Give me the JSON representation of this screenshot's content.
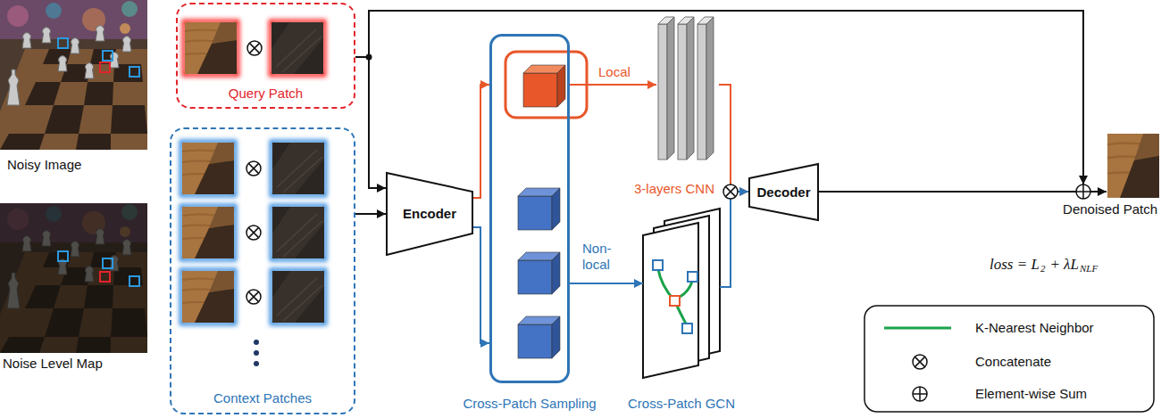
{
  "diagram": {
    "nodes": [
      {
        "text": [
          "Query Patch"
        ]
      },
      {
        "text": [
          "Context Patches"
        ]
      },
      {
        "text": [
          "Encoder"
        ]
      },
      {
        "text": [
          "Cross-Patch Sampling"
        ]
      },
      {
        "text": [
          "3-layers CNN"
        ]
      },
      {
        "text": [
          "Cross-Patch GCN"
        ]
      },
      {
        "text": [
          "Decoder"
        ]
      }
    ],
    "edges": [
      {
        "from": 0,
        "to": 2,
        "arrow": "to"
      },
      {
        "from": 1,
        "to": 2,
        "arrow": "to"
      },
      {
        "from": 2,
        "to": 3,
        "arrow": "to"
      },
      {
        "from": 2,
        "to": 3,
        "arrow": "to"
      },
      {
        "from": 3,
        "to": 4,
        "label": "Local",
        "arrow": "to"
      },
      {
        "from": 3,
        "to": 5,
        "label": "Non-local",
        "arrow": "to"
      },
      {
        "from": 4,
        "to": 6,
        "arrow": "to"
      },
      {
        "from": 5,
        "to": 6,
        "arrow": "to"
      }
    ],
    "labels": [
      "Noisy Image",
      "Noise Level Map",
      "Denoised Patch",
      "loss = L",
      "2",
      "+ λL",
      "NLF"
    ],
    "legend": [
      {
        "text": "K-Nearest Neighbor"
      },
      {
        "text": "Concatenate"
      },
      {
        "text": "Element-wise Sum"
      }
    ]
  }
}
